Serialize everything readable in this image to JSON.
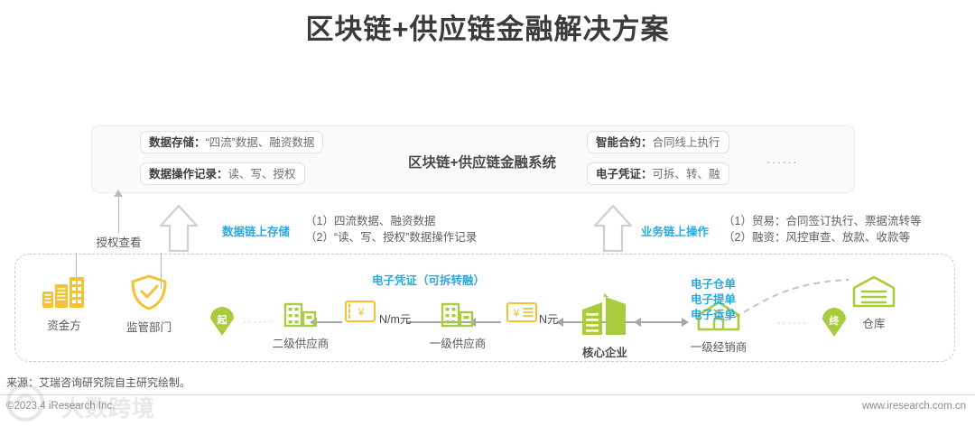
{
  "title": "区块链+供应链金融解决方案",
  "system_panel": {
    "center_label": "区块链+供应链金融系统",
    "ellipsis": "······",
    "left_chips": [
      {
        "key": "数据存储：",
        "value": "“四流”数据、融资数据"
      },
      {
        "key": "数据操作记录：",
        "value": "读、写、授权"
      }
    ],
    "right_chips": [
      {
        "key": "智能合约：",
        "value": "合同线上执行"
      },
      {
        "key": "电子凭证：",
        "value": "可拆、转、融"
      }
    ]
  },
  "annotations": {
    "left": {
      "key": "数据链上存储",
      "items": [
        "（1）四流数据、融资数据",
        "（2）“读、写、授权”数据操作记录"
      ]
    },
    "right": {
      "key": "业务链上操作",
      "items": [
        "（1）贸易：合同签订执行、票据流转等",
        "（2）融资：风控审查、放款、收款等"
      ]
    }
  },
  "authorize": {
    "label": "授权查看"
  },
  "chain": {
    "entities": [
      {
        "id": "funder",
        "label": "资金方",
        "icon": "building-icon",
        "color": "#F2C335"
      },
      {
        "id": "regulator",
        "label": "监管部门",
        "icon": "shield-check-icon",
        "color": "#F2C335"
      },
      {
        "id": "sup2",
        "label": "二级供应商",
        "icon": "building-icon",
        "color": "#A8CC3E"
      },
      {
        "id": "sup1",
        "label": "一级供应商",
        "icon": "building-icon",
        "color": "#A8CC3E"
      },
      {
        "id": "core",
        "label": "核心企业",
        "icon": "factory-icon",
        "color": "#A8CC3E"
      },
      {
        "id": "dealer",
        "label": "一级经销商",
        "icon": "home-icon",
        "color": "#A8CC3E"
      },
      {
        "id": "warehouse",
        "label": "仓库",
        "icon": "warehouse-icon",
        "color": "#A8CC3E"
      }
    ],
    "pins": [
      {
        "id": "start",
        "text": "起"
      },
      {
        "id": "end",
        "text": "终"
      }
    ],
    "dots": "······",
    "vouchers": [
      {
        "id": "v1",
        "icon": "ticket-yen-icon",
        "amount": "N/m元"
      },
      {
        "id": "v2",
        "icon": "ticket-yen-icon",
        "amount": "N元"
      }
    ],
    "labels": {
      "e_voucher": "电子凭证（可拆转融）",
      "e_warrants": "电子仓单\n电子提单\n电子运单"
    }
  },
  "footer": {
    "source": "来源：艾瑞咨询研究院自主研究绘制。",
    "copyright": "©2023.4 iResearch Inc.",
    "site": "www.iresearch.com.cn",
    "watermark": "大数跨境"
  },
  "colors": {
    "green": "#A8CC3E",
    "yellow": "#F2C335",
    "blue": "#2AA9E0",
    "gray": "#A6A6A6"
  }
}
